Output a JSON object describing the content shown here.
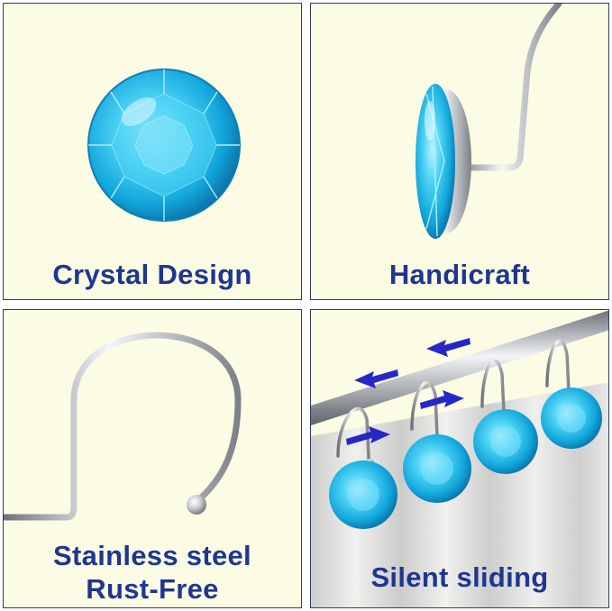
{
  "panels": [
    {
      "caption_lines": [
        "Crystal Design"
      ],
      "icon": "crystal-hook-front"
    },
    {
      "caption_lines": [
        "Handicraft"
      ],
      "icon": "crystal-hook-side"
    },
    {
      "caption_lines": [
        "Stainless steel",
        "Rust-Free"
      ],
      "icon": "steel-hook"
    },
    {
      "caption_lines": [
        "Silent sliding"
      ],
      "icon": "hooks-on-rod"
    }
  ],
  "colors": {
    "panel_background": "#fcfbe4",
    "panel_border": "#2f3f63",
    "caption_text": "#1f3690",
    "crystal": "#1fb6e8",
    "arrow": "#2727c8"
  }
}
